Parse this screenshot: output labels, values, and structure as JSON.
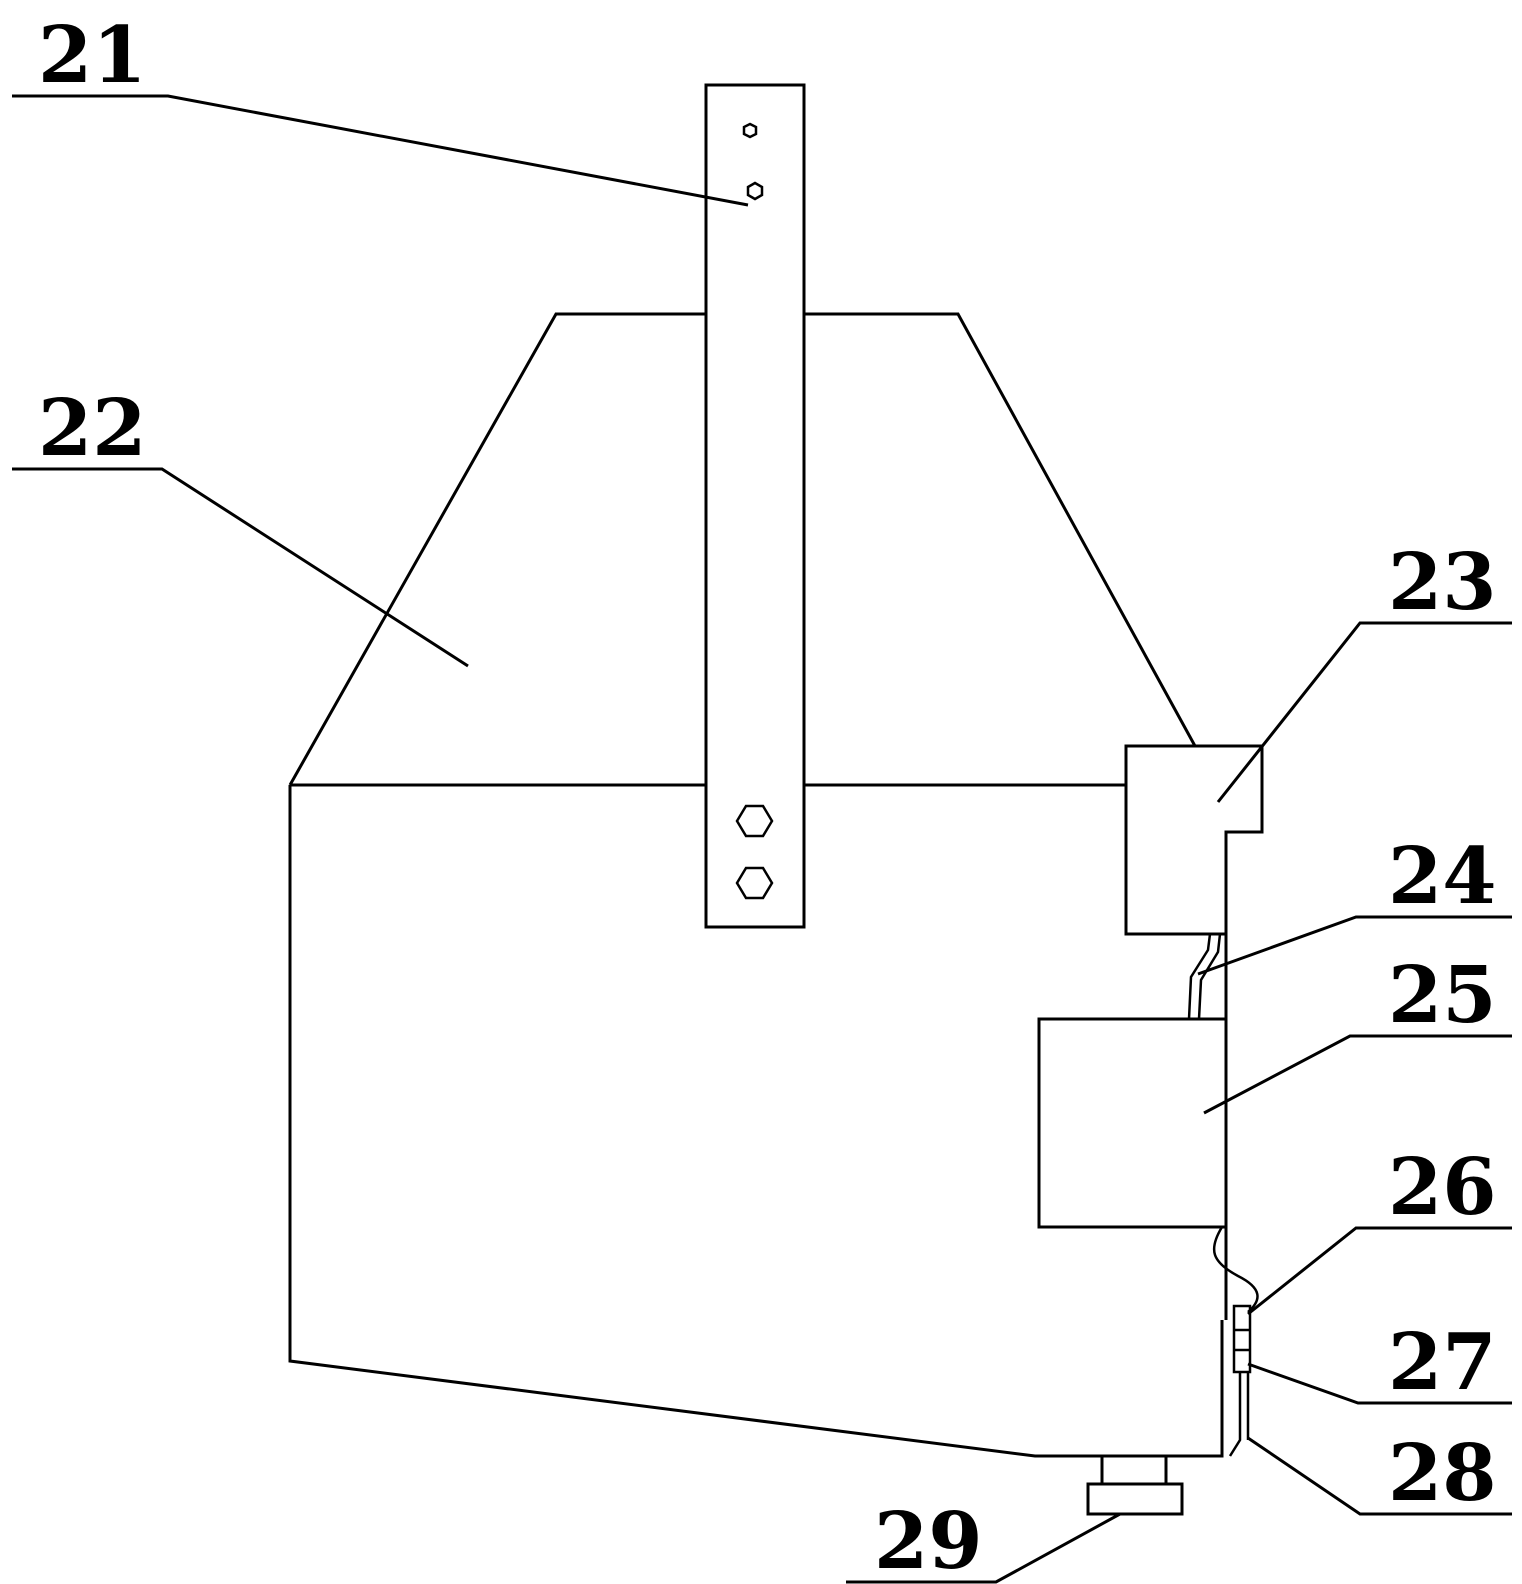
{
  "labels": {
    "l21": "21",
    "l22": "22",
    "l23": "23",
    "l24": "24",
    "l25": "25",
    "l26": "26",
    "l27": "27",
    "l28": "28",
    "l29": "29"
  }
}
